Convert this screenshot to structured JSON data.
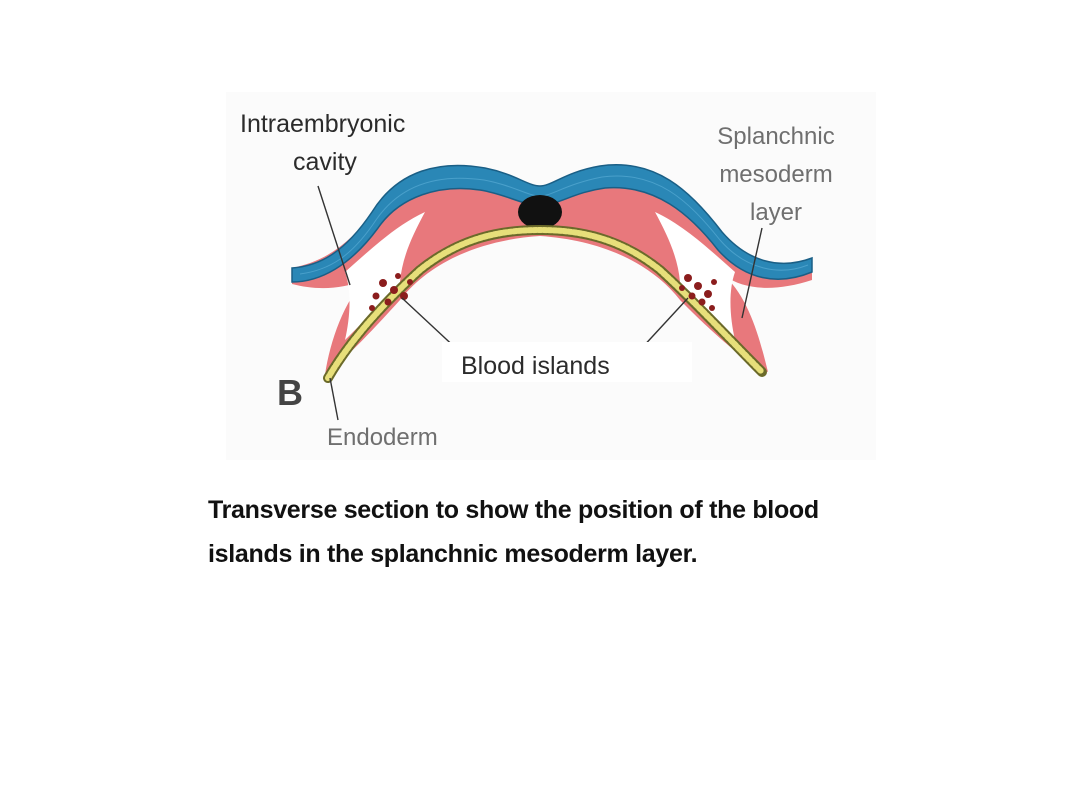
{
  "diagram": {
    "panel_letter": "B",
    "labels": {
      "intraembryonic_cavity": [
        "Intraembryonic",
        "cavity"
      ],
      "splanchnic_mesoderm": [
        "Splanchnic",
        "mesoderm",
        "layer"
      ],
      "blood_islands": "Blood islands",
      "endoderm": "Endoderm"
    },
    "colors": {
      "ectoderm": "#2a87b6",
      "mesoderm": "#e8787c",
      "endoderm": "#d9d36e",
      "notochord": "#111111",
      "blood": "#8b1d1d"
    }
  },
  "caption": {
    "line1": "Transverse section to show the position of the blood",
    "line2": "islands in the splanchnic mesoderm layer."
  }
}
